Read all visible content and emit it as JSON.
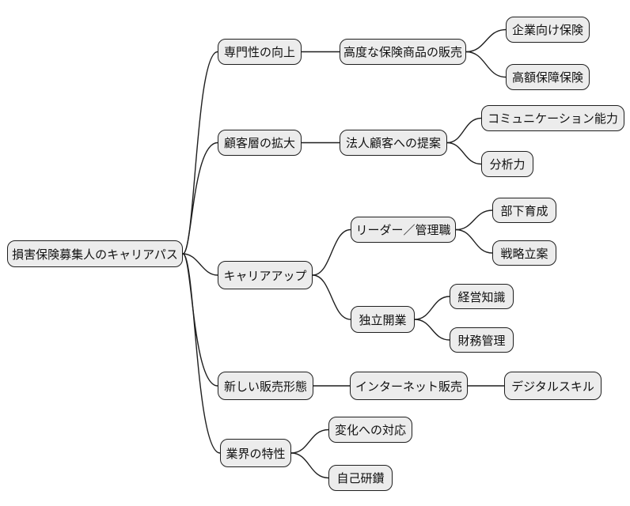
{
  "mindmap": {
    "root": {
      "label": "損害保険募集人のキャリアパス"
    },
    "branches": [
      {
        "label": "専門性の向上",
        "children": [
          {
            "label": "高度な保険商品の販売",
            "children": [
              {
                "label": "企業向け保険"
              },
              {
                "label": "高額保障保険"
              }
            ]
          }
        ]
      },
      {
        "label": "顧客層の拡大",
        "children": [
          {
            "label": "法人顧客への提案",
            "children": [
              {
                "label": "コミュニケーション能力"
              },
              {
                "label": "分析力"
              }
            ]
          }
        ]
      },
      {
        "label": "キャリアアップ",
        "children": [
          {
            "label": "リーダー／管理職",
            "children": [
              {
                "label": "部下育成"
              },
              {
                "label": "戦略立案"
              }
            ]
          },
          {
            "label": "独立開業",
            "children": [
              {
                "label": "経営知識"
              },
              {
                "label": "財務管理"
              }
            ]
          }
        ]
      },
      {
        "label": "新しい販売形態",
        "children": [
          {
            "label": "インターネット販売",
            "children": [
              {
                "label": "デジタルスキル"
              }
            ]
          }
        ]
      },
      {
        "label": "業界の特性",
        "children": [
          {
            "label": "変化への対応"
          },
          {
            "label": "自己研鑽"
          }
        ]
      }
    ]
  },
  "colors": {
    "background": "#ffffff",
    "node_fill": "#ececec",
    "node_border": "#1f1f1f",
    "edge": "#1f1f1f",
    "text": "#111111"
  }
}
